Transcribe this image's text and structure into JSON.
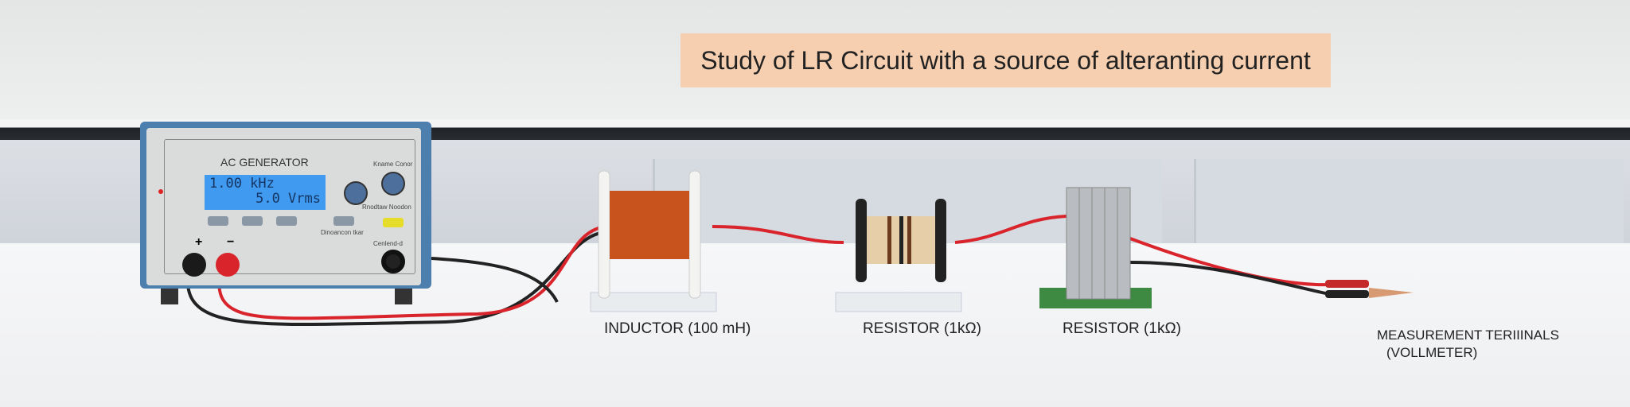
{
  "title": "Study of LR Circuit with a source of alteranting current",
  "generator": {
    "name": "AC GENERATOR",
    "frequency": "1.00 kHz",
    "voltage": "5.0 Vrms",
    "knob_label": "Kname Conor",
    "button_label": "Rnodtaw Noodon",
    "small_button_label": "Dinoancon tkar",
    "output_label": "Cenlend-d",
    "plus": "+",
    "minus": "−"
  },
  "labels": {
    "inductor": "INDUCTOR (100 mH)",
    "resistor1": "RESISTOR (1kΩ)",
    "resistor2": "RESISTOR (1kΩ)",
    "terminals_line1": "MEASUREMENT TERIIINALS",
    "terminals_line2": "(VOLLMETER)"
  },
  "colors": {
    "banner": "#f6cfb0",
    "lcd": "#3f9af0",
    "wire_red": "#d9242b",
    "copper": "#c8531c"
  }
}
